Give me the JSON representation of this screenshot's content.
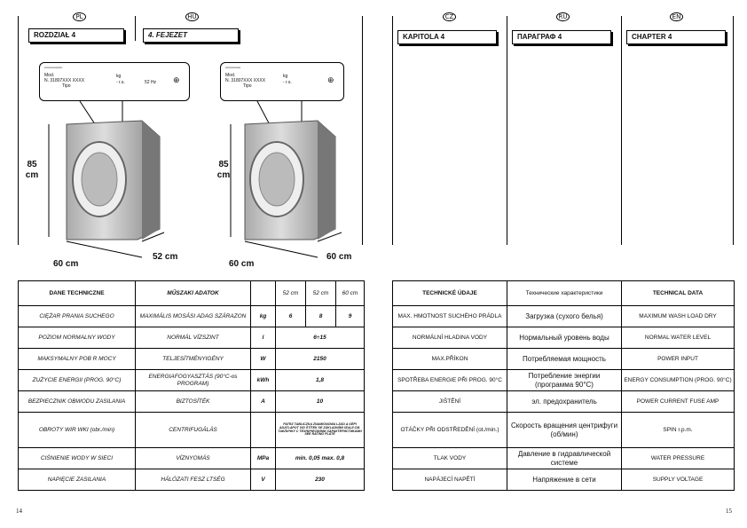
{
  "left_page": {
    "page_number": "14",
    "lang_tags": [
      "PL",
      "HU"
    ],
    "chapters": [
      "ROZDZIAŁ 4",
      "4. FEJEZET"
    ],
    "dimensions": {
      "height": "85 cm",
      "width": "60 cm",
      "depth": "52 cm",
      "depth_alt": "60 cm"
    },
    "label_plate": {
      "lines": [
        "Mod.",
        "N.  31807XXX XXXX",
        "Tipo"
      ],
      "right_text": [
        "kg",
        "- r.s.",
        "52 Hz"
      ]
    },
    "table": {
      "headers": [
        "DANE TECHNICZNE",
        "MŰSZAKI ADATOK",
        "",
        "52 cm",
        "52 cm",
        "60 cm"
      ],
      "rows": [
        {
          "pl": "CIĘŻAR PRANIA SUCHEGO",
          "hu": "MAXIMÁLIS MOSÁSI ADAG SZÁRAZON",
          "unit": "kg",
          "v1": "6",
          "v2": "8",
          "v3": "9"
        },
        {
          "pl": "POZIOM NORMALNY WODY",
          "hu": "NORMÁL VÍZSZINT",
          "unit": "l",
          "span": "6÷15"
        },
        {
          "pl": "MAKSYMALNY POB R MOCY",
          "hu": "TELJESÍTMÉNYIGÉNY",
          "unit": "W",
          "span": "2150"
        },
        {
          "pl": "ZUŻYCIE ENERGII (PROG. 90°C)",
          "hu": "ENERGIAFOGYASZTÁS (90°C-os PROGRAM)",
          "unit": "kWh",
          "span": "1,8"
        },
        {
          "pl": "BEZPIECZNIK OBWODU ZASILANIA",
          "hu": "BIZTOSÍTÉK",
          "unit": "A",
          "span": "10"
        },
        {
          "pl": "OBROTY WIR WKI (obr./min)",
          "hu": "CENTRIFUGÁLÁS",
          "unit": "",
          "span": "PATRZ TABLICZKA ZNAMIONOWA LÁSD A GÉPI ADATLAPOT VID ŠTÍTEK SE ZÁKLADNÍMI ÚDAJI СМ. ТАБЛИЧКУ С ТЕХНИЧЕСКИМИ ХАРАКТЕРИСТИКАМИ SEE RATING PLATE"
        },
        {
          "pl": "CIŚNIENIE WODY W SIECI",
          "hu": "VÍZNYOMÁS",
          "unit": "MPa",
          "span": "min. 0,05 max. 0,8"
        },
        {
          "pl": "NAPIĘCIE ZASILANIA",
          "hu": "HÁLÓZATI FESZ LTSÉG",
          "unit": "V",
          "span": "230"
        }
      ]
    }
  },
  "right_page": {
    "page_number": "15",
    "lang_tags": [
      "CZ",
      "RU",
      "EN"
    ],
    "chapters": [
      "KAPITOLA 4",
      "ПАРАГРАФ 4",
      "CHAPTER 4"
    ],
    "table": {
      "headers": [
        "TECHNICKÉ ÚDAJE",
        "Технические характеристики",
        "TECHNICAL DATA"
      ],
      "rows": [
        {
          "cz": "MAX. HMOTNOST SUCHÉHO PRÁDLA",
          "ru": "Загрузка (сухого белья)",
          "en": "MAXIMUM WASH LOAD DRY"
        },
        {
          "cz": "NORMÁLNÍ HLADINA VODY",
          "ru": "Нормальный уровень воды",
          "en": "NORMAL WATER LEVEL"
        },
        {
          "cz": "MAX.PŘÍKON",
          "ru": "Потребляемая мощность",
          "en": "POWER INPUT"
        },
        {
          "cz": "SPOTŘEBA ENERGIE PŘI PROG. 90°C",
          "ru": "Потребление энергии (программа 90°C)",
          "en": "ENERGY CONSUMPTION (PROG. 90°C)"
        },
        {
          "cz": "JIŠTĚNÍ",
          "ru": "эл. предохранитель",
          "en": "POWER CURRENT FUSE AMP"
        },
        {
          "cz": "OTÁČKY PŘI ODSTŘEDĚNÍ (ot./min.)",
          "ru": "Скорость вращения центрифуги (об/мин)",
          "en": "SPIN r.p.m."
        },
        {
          "cz": "TLAK VODY",
          "ru": "Давление в гидравлической системе",
          "en": "WATER PRESSURE"
        },
        {
          "cz": "NAPÁJECÍ NAPĚTÍ",
          "ru": "Напряжение в сети",
          "en": "SUPPLY VOLTAGE"
        }
      ]
    }
  }
}
